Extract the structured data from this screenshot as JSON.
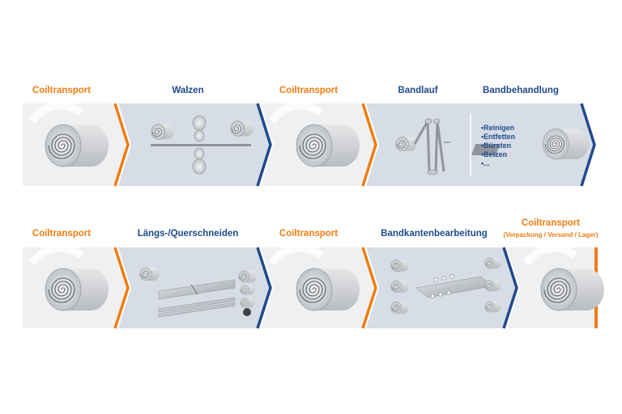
{
  "row1": {
    "steps": [
      {
        "label": "Coiltransport",
        "accent": "#ee7d11"
      },
      {
        "label": "Walzen",
        "accent": "#1f4a8c"
      },
      {
        "label": "Coiltransport",
        "accent": "#ee7d11"
      },
      {
        "label": "Bandlauf",
        "accent": "#1f4a8c"
      },
      {
        "label": "Bandbehandlung",
        "accent": "#1f4a8c"
      }
    ],
    "treatments": [
      "Reinigen",
      "Entfetten",
      "Bürsten",
      "Beizen",
      "..."
    ]
  },
  "row2": {
    "steps": [
      {
        "label": "Coiltransport",
        "accent": "#ee7d11"
      },
      {
        "label": "Längs-/Querschneiden",
        "accent": "#1f4a8c"
      },
      {
        "label": "Coiltransport",
        "accent": "#ee7d11"
      },
      {
        "label": "Bandkantenbearbeitung",
        "accent": "#1f4a8c"
      },
      {
        "label": "Coiltransport",
        "accent": "#ee7d11"
      }
    ],
    "final_sublabel": "(Verpackung / Versand / Lager)"
  },
  "colors": {
    "orange": "#ee7d11",
    "blue": "#1f4a8c",
    "panel_light": "#eef0f2",
    "panel_blue": "#d7dde6"
  }
}
